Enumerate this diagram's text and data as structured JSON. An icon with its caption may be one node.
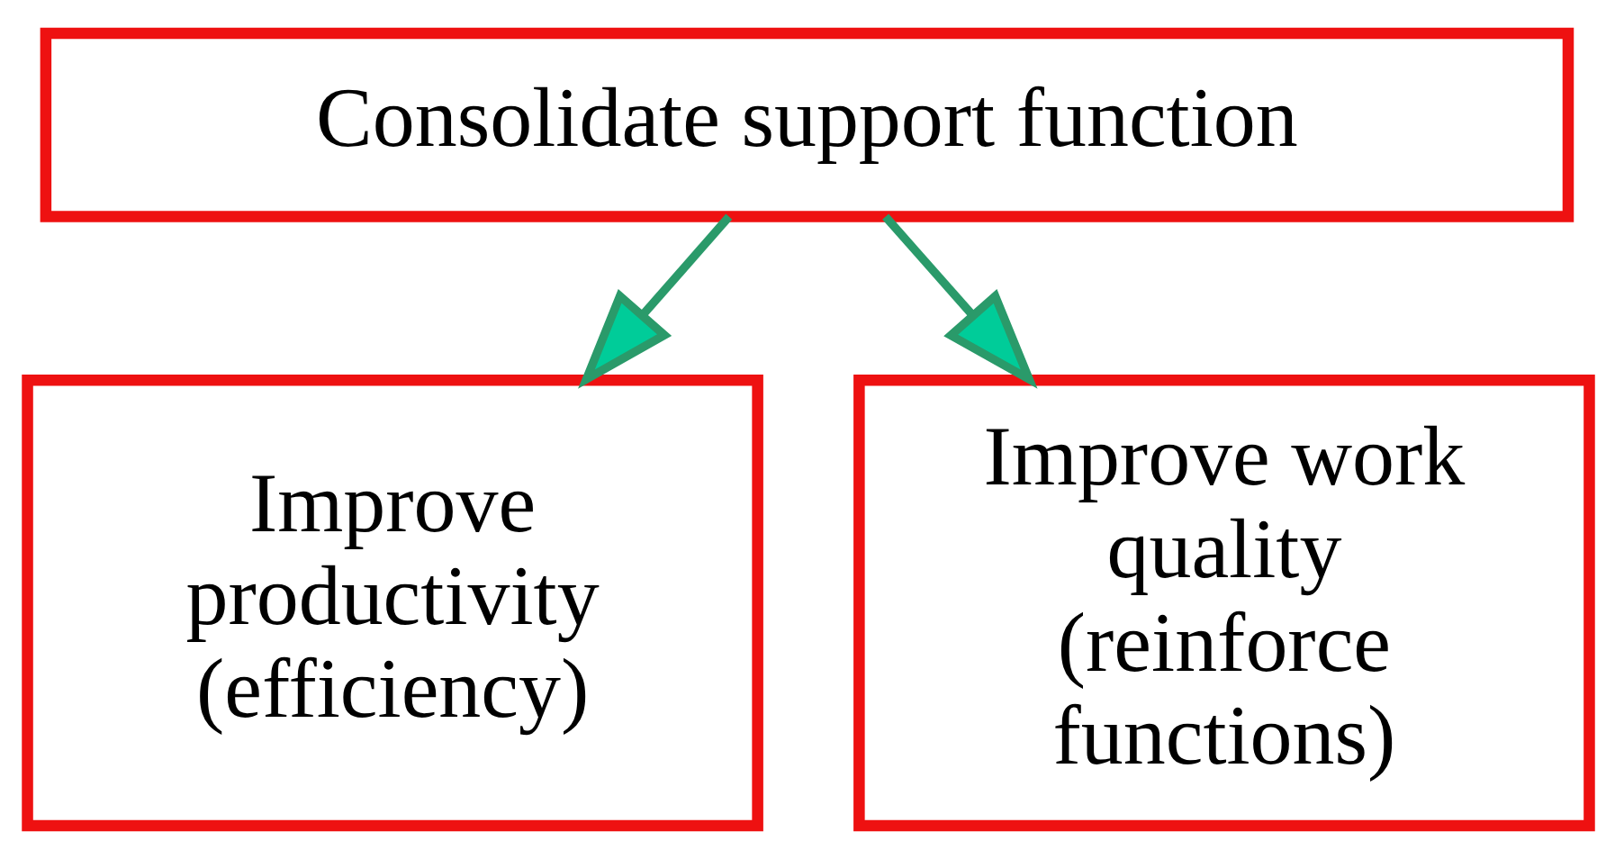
{
  "diagram": {
    "nodes": [
      {
        "text": [
          "Consolidate support function"
        ]
      },
      {
        "text": [
          "Improve productivity (efficiency)"
        ]
      },
      {
        "text": [
          "Improve work quality (reinforce functions)"
        ]
      }
    ],
    "edges": [
      {
        "from": 0,
        "to": 1,
        "arrow": "to"
      },
      {
        "from": 0,
        "to": 2,
        "arrow": "to"
      }
    ]
  }
}
